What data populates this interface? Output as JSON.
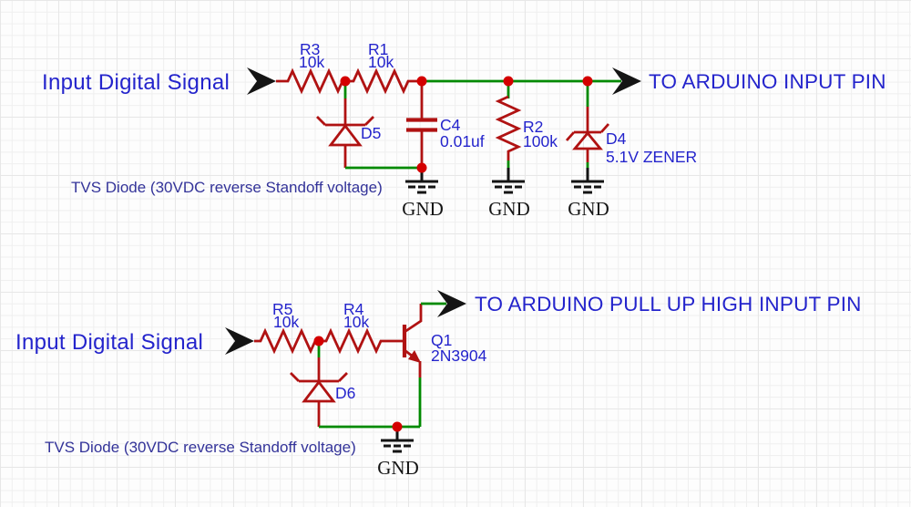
{
  "colors": {
    "wire": "#008a00",
    "component": "#b01212",
    "junction": "#d40000",
    "label": "#2424cc",
    "note": "#333399",
    "ground": "#141414"
  },
  "top": {
    "input_label": "Input Digital Signal",
    "output_label": "TO ARDUINO INPUT PIN",
    "note": "TVS Diode (30VDC reverse Standoff voltage)",
    "components": {
      "r3": {
        "ref": "R3",
        "value": "10k"
      },
      "r1": {
        "ref": "R1",
        "value": "10k"
      },
      "d5": {
        "ref": "D5"
      },
      "c4": {
        "ref": "C4",
        "value": "0.01uf"
      },
      "r2": {
        "ref": "R2",
        "value": "100k"
      },
      "d4": {
        "ref": "D4",
        "value": "5.1V ZENER"
      }
    },
    "gnd_labels": [
      "GND",
      "GND",
      "GND"
    ]
  },
  "bottom": {
    "input_label": "Input Digital Signal",
    "output_label": "TO ARDUINO PULL UP HIGH INPUT PIN",
    "note": "TVS Diode (30VDC reverse Standoff voltage)",
    "components": {
      "r5": {
        "ref": "R5",
        "value": "10k"
      },
      "r4": {
        "ref": "R4",
        "value": "10k"
      },
      "d6": {
        "ref": "D6"
      },
      "q1": {
        "ref": "Q1",
        "value": "2N3904"
      }
    },
    "gnd_label": "GND"
  }
}
